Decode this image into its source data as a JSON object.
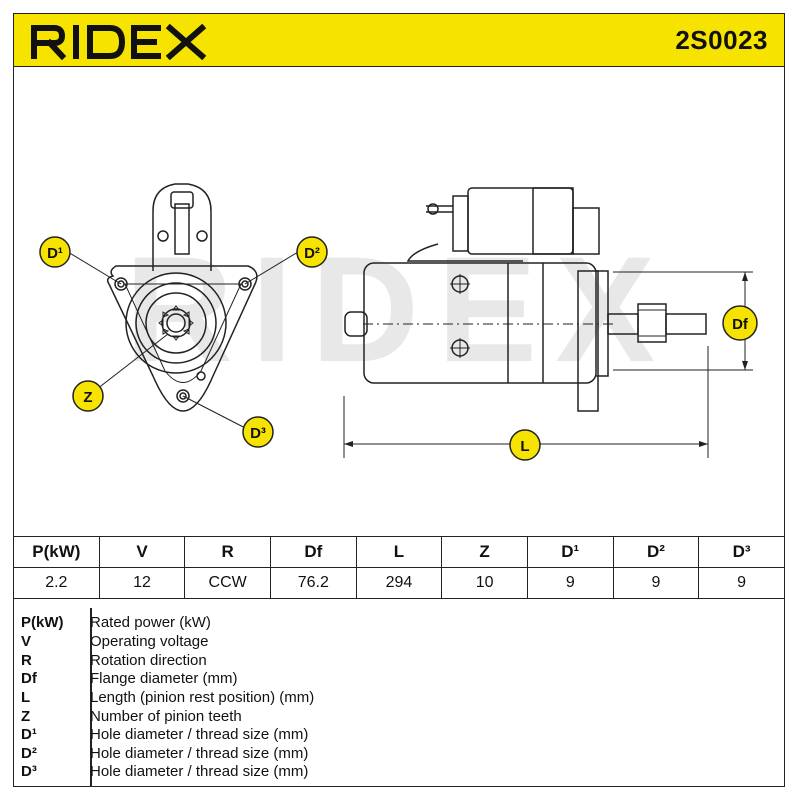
{
  "header": {
    "brand": "RIDEX",
    "part_number": "2S0023"
  },
  "drawing": {
    "watermark": "RIDEX",
    "callouts": {
      "d1": "D¹",
      "d2": "D²",
      "d3": "D³",
      "z": "Z",
      "l": "L",
      "df": "Df"
    }
  },
  "spec_table": {
    "headers": [
      "P(kW)",
      "V",
      "R",
      "Df",
      "L",
      "Z",
      "D¹",
      "D²",
      "D³"
    ],
    "values": [
      "2.2",
      "12",
      "CCW",
      "76.2",
      "294",
      "10",
      "9",
      "9",
      "9"
    ]
  },
  "legend": [
    {
      "key": "P(kW)",
      "desc": "Rated power (kW)"
    },
    {
      "key": "V",
      "desc": "Operating voltage"
    },
    {
      "key": "R",
      "desc": "Rotation direction"
    },
    {
      "key": "Df",
      "desc": "Flange diameter (mm)"
    },
    {
      "key": "L",
      "desc": "Length (pinion rest position) (mm)"
    },
    {
      "key": "Z",
      "desc": "Number of pinion teeth"
    },
    {
      "key": "D¹",
      "desc": "Hole diameter / thread size (mm)"
    },
    {
      "key": "D²",
      "desc": "Hole diameter / thread size (mm)"
    },
    {
      "key": "D³",
      "desc": "Hole diameter / thread size (mm)"
    }
  ],
  "colors": {
    "header_bg": "#f6e300",
    "callout_bg": "#f6e300",
    "line": "#222222",
    "watermark": "#e6e6e6"
  }
}
